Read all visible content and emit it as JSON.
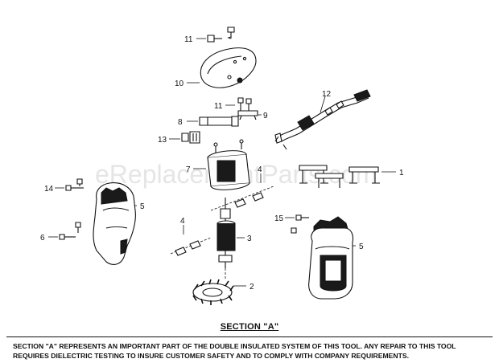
{
  "watermark": "eReplacementParts.com",
  "callouts": {
    "c1": "1",
    "c2": "2",
    "c3": "3",
    "c4a": "4",
    "c4b": "4",
    "c5a": "5",
    "c5b": "5",
    "c6": "6",
    "c7": "7",
    "c8": "8",
    "c9": "9",
    "c10": "10",
    "c11a": "11",
    "c11b": "11",
    "c12": "12",
    "c13": "13",
    "c14": "14",
    "c15": "15"
  },
  "section_title": "SECTION \"A\"",
  "note": {
    "line1": "SECTION \"A\" REPRESENTS AN IMPORTANT PART OF THE DOUBLE INSULATED SYSTEM OF THIS TOOL. ANY REPAIR TO THIS TOOL",
    "line2": "REQUIRES DIELECTRIC TESTING TO INSURE CUSTOMER SAFETY AND TO COMPLY WITH COMPANY REQUIREMENTS."
  },
  "colors": {
    "ink": "#111111",
    "paper": "#ffffff",
    "watermark": "#cfcfcf"
  }
}
